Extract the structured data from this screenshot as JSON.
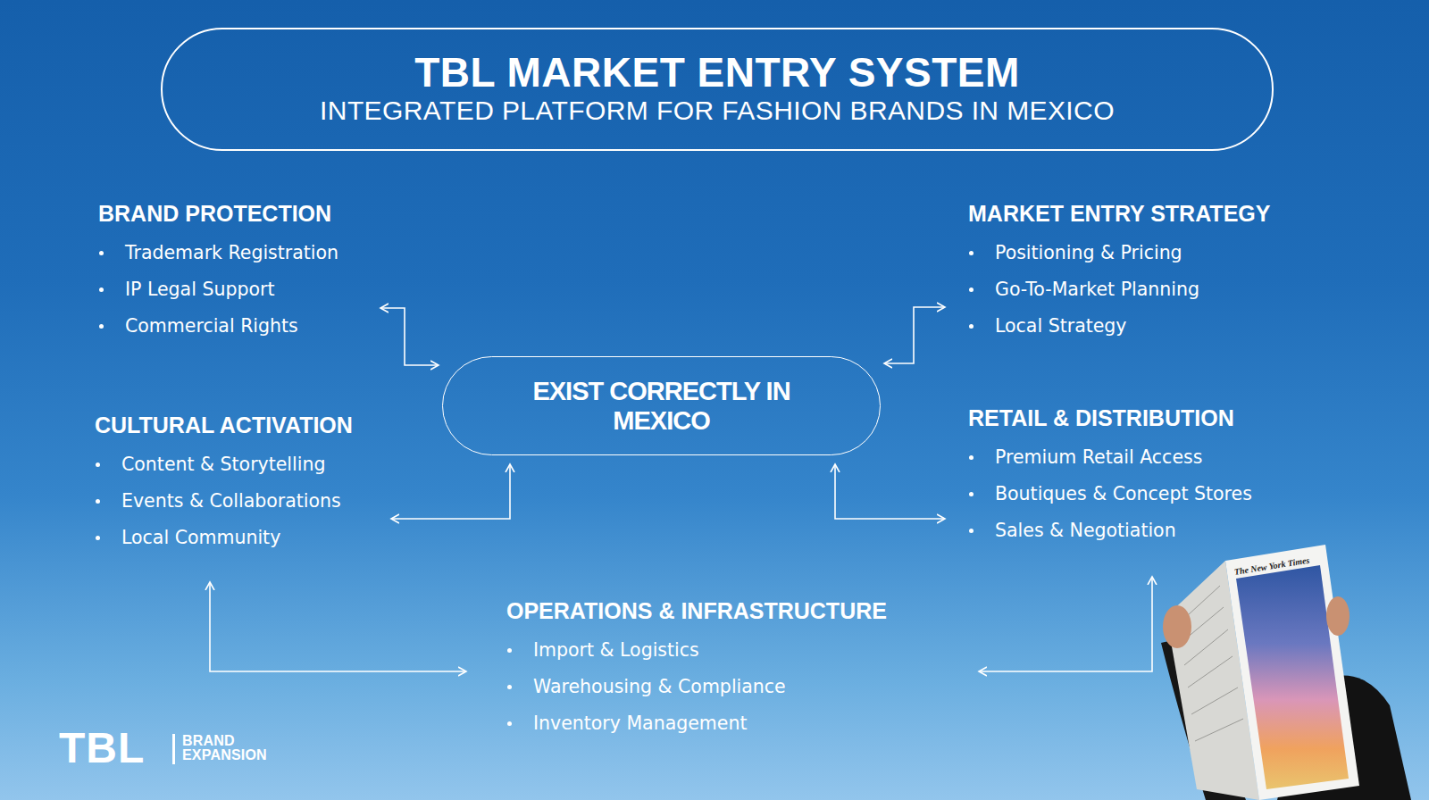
{
  "diagram": {
    "title": "TBL MARKET ENTRY SYSTEM",
    "nodes": [
      {
        "text": [
          "BRAND PROTECTION",
          "Trademark Registration",
          "IP Legal Support",
          "Commercial Rights"
        ]
      },
      {
        "text": [
          "MARKET ENTRY STRATEGY",
          "Positioning & Pricing",
          "Go-To-Market Planning",
          "Local Strategy"
        ]
      },
      {
        "text": [
          "EXIST CORRECTLY IN MEXICO"
        ]
      },
      {
        "text": [
          "CULTURAL ACTIVATION",
          "Content & Storytelling",
          "Events & Collaborations",
          "Local Community"
        ]
      },
      {
        "text": [
          "RETAIL & DISTRIBUTION",
          "Premium Retail Access",
          "Boutiques & Concept Stores",
          "Sales & Negotiation"
        ]
      },
      {
        "text": [
          "OPERATIONS & INFRASTRUCTURE",
          "Import & Logistics",
          "Warehousing & Compliance",
          "Inventory Management"
        ]
      }
    ],
    "edges": [
      {
        "from": 0,
        "to": 2,
        "arrow": "both"
      },
      {
        "from": 1,
        "to": 2,
        "arrow": "both"
      },
      {
        "from": 3,
        "to": 2,
        "arrow": "both"
      },
      {
        "from": 4,
        "to": 2,
        "arrow": "both"
      },
      {
        "from": 3,
        "to": 5,
        "arrow": "both"
      },
      {
        "from": 5,
        "to": 4,
        "arrow": "both"
      }
    ],
    "labels": [
      "INTEGRATED PLATFORM FOR FASHION BRANDS IN MEXICO",
      "TBL",
      "BRAND EXPANSION",
      "The New York Times"
    ]
  }
}
